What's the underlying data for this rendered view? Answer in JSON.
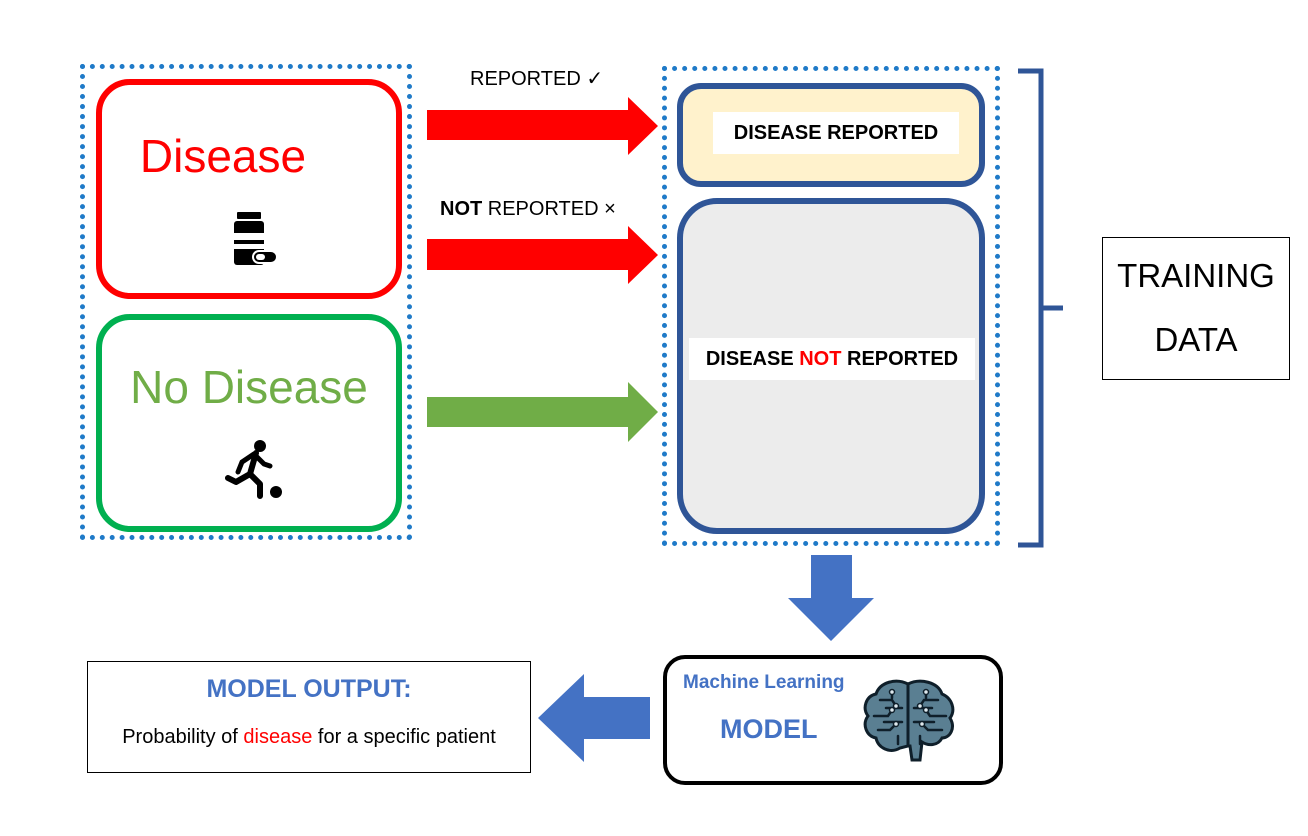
{
  "population": {
    "disease_label": "Disease",
    "no_disease_label": "No Disease",
    "disease_icon": "medicine-bottle-icon",
    "no_disease_icon": "soccer-player-icon"
  },
  "arrows": {
    "reported_label": "REPORTED ✓",
    "not_reported_bold": "NOT",
    "not_reported_rest": " REPORTED ×"
  },
  "training_set": {
    "reported_box_label": "DISEASE REPORTED",
    "not_reported_prefix": "DISEASE ",
    "not_reported_highlight": "NOT",
    "not_reported_suffix": " REPORTED",
    "training_label_line1": "TRAINING",
    "training_label_line2": "DATA"
  },
  "model": {
    "subtitle": "Machine Learning",
    "title": "MODEL",
    "icon": "brain-circuit-icon"
  },
  "output": {
    "title": "MODEL OUTPUT:",
    "text_prefix": "Probability of ",
    "text_highlight": "disease",
    "text_suffix": " for a specific patient"
  },
  "colors": {
    "disease_red": "#ff0000",
    "no_disease_green": "#00b050",
    "green_arrow": "#70ad47",
    "navy_border": "#2f5597",
    "model_blue": "#4472c4",
    "dotted_blue": "#1f7ac8",
    "reported_fill": "#fff2cc",
    "not_reported_fill": "#ececec"
  }
}
